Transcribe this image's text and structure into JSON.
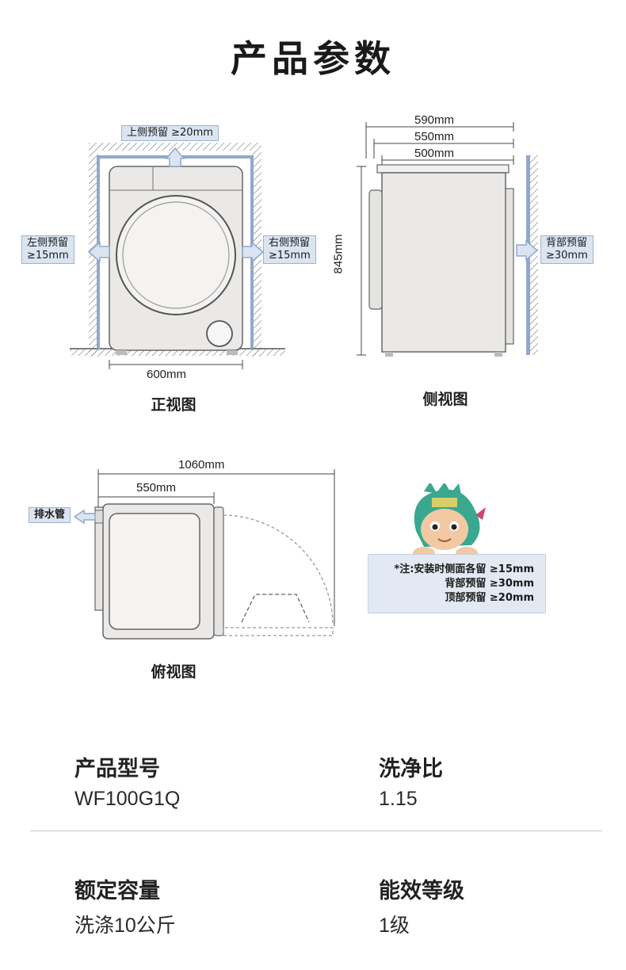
{
  "title": "产品参数",
  "front_view": {
    "caption": "正视图",
    "top_clearance": "上侧预留 ≥20mm",
    "left_clearance": [
      "左侧预留",
      "≥15mm"
    ],
    "right_clearance": [
      "右侧预留",
      "≥15mm"
    ],
    "width": "600mm"
  },
  "side_view": {
    "caption": "侧视图",
    "depth_1": "590mm",
    "depth_2": "550mm",
    "depth_3": "500mm",
    "height": "845mm",
    "back_clearance": [
      "背部预留",
      "≥30mm"
    ]
  },
  "top_view": {
    "caption": "俯视图",
    "total_depth": "1060mm",
    "body_depth": "550mm",
    "drain_label": "排水管"
  },
  "note": {
    "lines": [
      "*注:安装时侧面各留 ≥15mm",
      "背部预留 ≥30mm",
      "顶部预留 ≥20mm"
    ]
  },
  "specs": [
    {
      "label": "产品型号",
      "value": "WF100G1Q"
    },
    {
      "label": "洗净比",
      "value": "1.15"
    },
    {
      "label": "额定容量",
      "value": "洗涤10公斤"
    },
    {
      "label": "能效等级",
      "value": "1级"
    }
  ],
  "colors": {
    "frame_blue": "#8fa9cc",
    "tag_fill": "#dbe5f1",
    "machine_fill": "#ebe9e7",
    "outline": "#666666"
  }
}
